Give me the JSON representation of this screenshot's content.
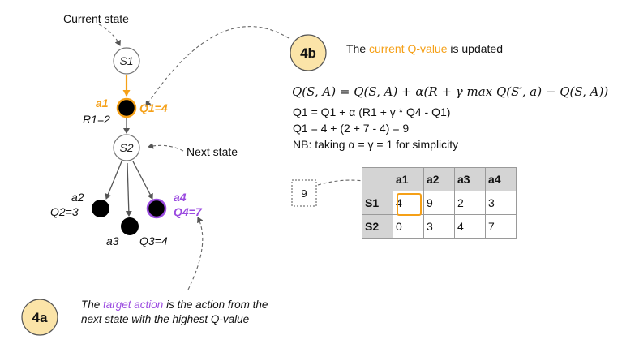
{
  "labels": {
    "current_state": "Current state",
    "next_state": "Next state",
    "s1": "S1",
    "s2": "S2",
    "a1": "a1",
    "q1": "Q1=4",
    "r1": "R1=2",
    "a2": "a2",
    "q2": "Q2=3",
    "a3": "a3",
    "q3": "Q3=4",
    "a4": "a4",
    "q4": "Q4=7"
  },
  "badges": {
    "step_4a": "4a",
    "step_4b": "4b"
  },
  "note_4b": {
    "prefix": "The ",
    "highlight": "current Q-value",
    "suffix": " is updated"
  },
  "note_4a": {
    "prefix": "The ",
    "highlight": "target action",
    "suffix": " is the action from the next state with the highest Q-value"
  },
  "formula": "Q(S, A) = Q(S, A) + α(R + γ max Q(S′, a) − Q(S, A))",
  "equations": [
    "Q1 = Q1 + α (R1 + γ * Q4 - Q1)",
    "Q1 = 4 + (2 + 7 - 4) = 9",
    "NB: taking α = γ = 1 for simplicity"
  ],
  "new_value": "9",
  "q_table": {
    "columns": [
      "a1",
      "a2",
      "a3",
      "a4"
    ],
    "rows": [
      {
        "state": "S1",
        "values": [
          "4",
          "9",
          "2",
          "3"
        ]
      },
      {
        "state": "S2",
        "values": [
          "0",
          "3",
          "4",
          "7"
        ]
      }
    ]
  },
  "colors": {
    "orange": "#f5a017",
    "purple": "#9b4be0",
    "badge_fill": "#fbe4a8",
    "node_black": "#000000"
  }
}
